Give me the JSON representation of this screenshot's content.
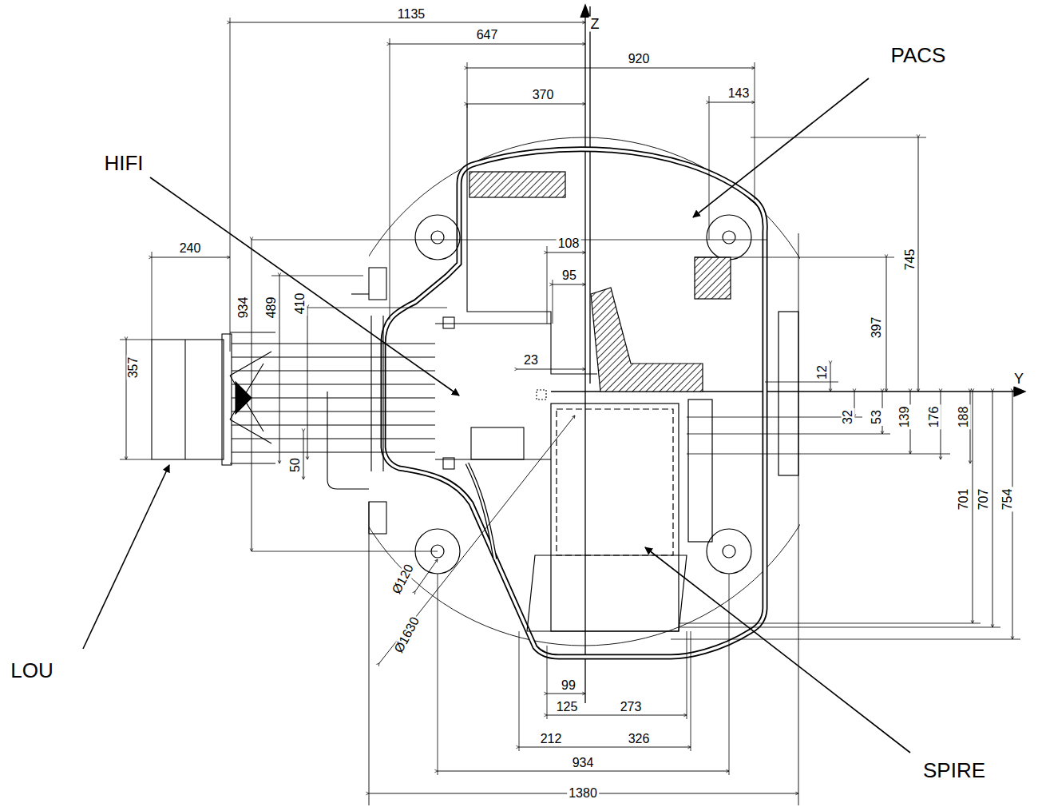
{
  "diagram": {
    "labels": [
      "Z",
      "1135",
      "647",
      "920",
      "370",
      "143",
      "PACS",
      "HIFI",
      "745",
      "108",
      "240",
      "934",
      "489",
      "410",
      "95",
      "397",
      "357",
      "23",
      "12",
      "Y",
      "32",
      "53",
      "139",
      "176",
      "188",
      "50",
      "701",
      "707",
      "754",
      "Ø120",
      "LOU",
      "Ø1630",
      "99",
      "125",
      "273",
      "212",
      "326",
      "SPIRE",
      "934",
      "1380"
    ]
  }
}
